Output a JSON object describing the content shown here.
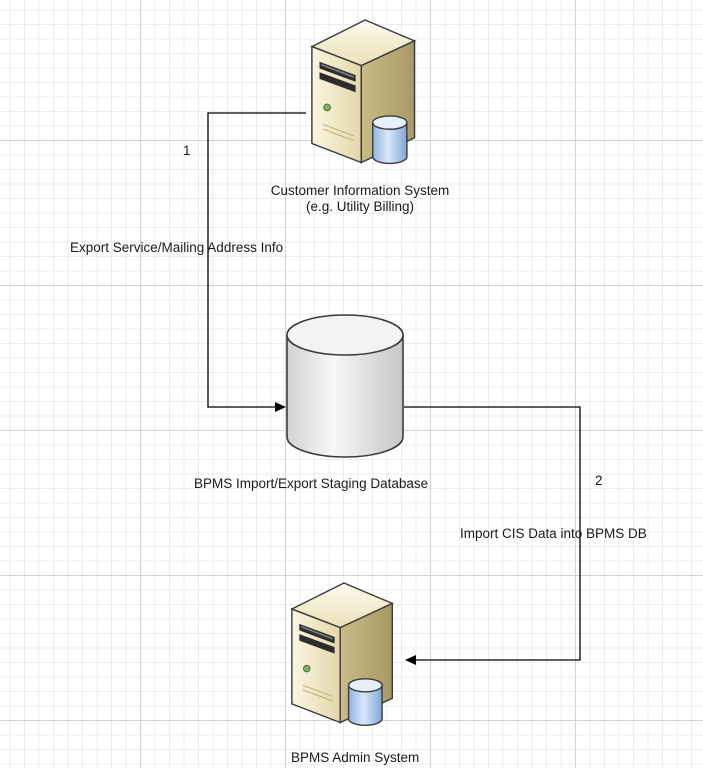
{
  "nodes": {
    "cis": {
      "label_line1": "Customer Information System",
      "label_line2": "(e.g. Utility Billing)",
      "icon": "server-icon"
    },
    "staging": {
      "label": "BPMS Import/Export Staging Database",
      "icon": "database-cylinder-icon"
    },
    "admin": {
      "label": "BPMS Admin System",
      "icon": "server-icon"
    }
  },
  "edges": {
    "export": {
      "step": "1",
      "label": "Export Service/Mailing Address Info"
    },
    "import": {
      "step": "2",
      "label": "Import CIS Data into BPMS DB"
    }
  },
  "colors": {
    "server_body": "#efe6c4",
    "server_dark": "#2c2c2c",
    "db_blue": "#b9d3ef",
    "db_grey": "#e4e4e4",
    "grid_major": "#d4d4d4",
    "grid_minor": "#ececec",
    "connector": "#000000"
  }
}
